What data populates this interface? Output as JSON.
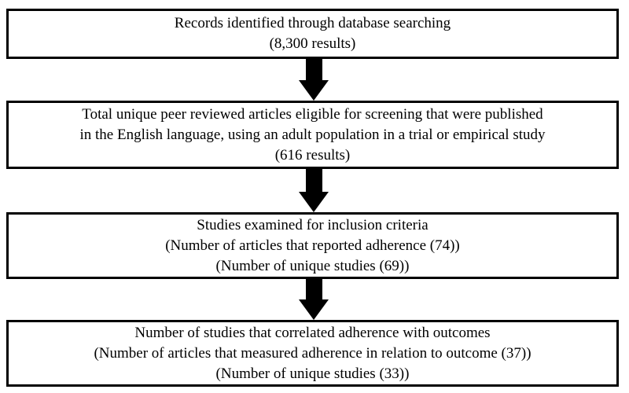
{
  "flowchart": {
    "type": "flow-diagram",
    "background_color": "#ffffff",
    "box_border_color": "#000000",
    "text_color": "#000000",
    "arrow_color": "#000000",
    "boxes": [
      {
        "id": "records-identified",
        "lines": [
          "Records identified through database searching",
          "(8,300 results)"
        ]
      },
      {
        "id": "eligible-for-screening",
        "lines": [
          "Total unique peer reviewed articles eligible for screening that were published",
          "in the English language, using an adult population in a trial or empirical study",
          "(616 results)"
        ]
      },
      {
        "id": "inclusion-criteria",
        "lines": [
          "Studies examined for inclusion criteria",
          "(Number of articles that reported adherence (74))",
          "(Number of unique studies (69))"
        ]
      },
      {
        "id": "correlated-outcomes",
        "lines": [
          "Number of studies that correlated adherence with outcomes",
          "(Number of articles that measured adherence in relation to outcome (37))",
          "(Number of unique studies (33))"
        ]
      }
    ]
  }
}
